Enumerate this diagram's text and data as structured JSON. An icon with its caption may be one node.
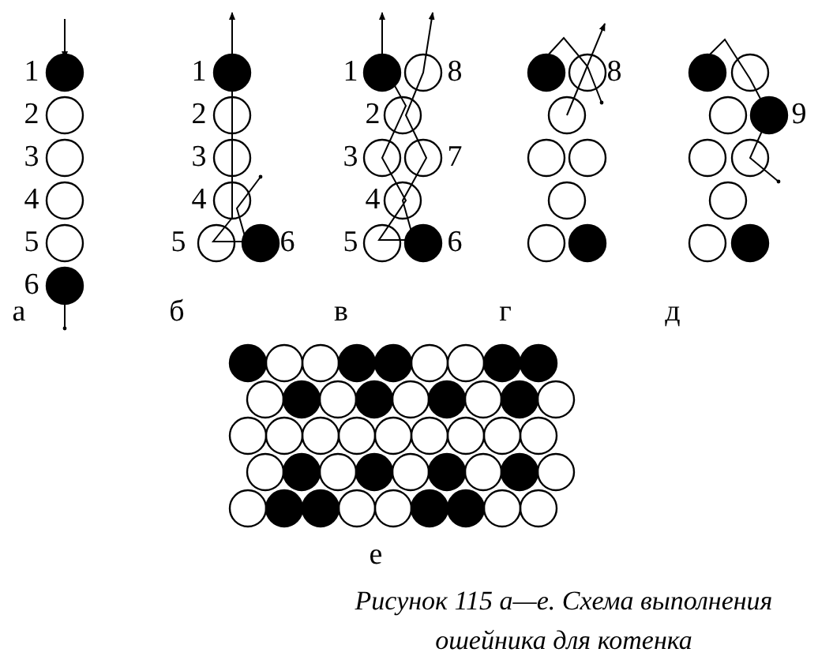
{
  "diagram": {
    "caption": "Рисунок 115 а—е. Схема выполнения ошейника для котенка",
    "labels": [
      "1",
      "2",
      "3",
      "4",
      "5",
      "6",
      "а",
      "1",
      "2",
      "3",
      "4",
      "5",
      "6",
      "б",
      "1",
      "8",
      "2",
      "3",
      "7",
      "4",
      "5",
      "6",
      "в",
      "8",
      "г",
      "9",
      "д",
      "е"
    ]
  }
}
